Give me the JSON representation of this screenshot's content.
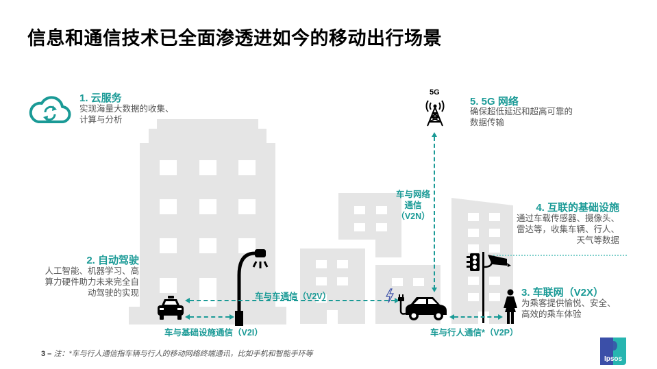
{
  "title": "信息和通信技术已全面渗透进如今的移动出行场景",
  "sections": {
    "cloud": {
      "heading": "1. 云服务",
      "desc_lines": [
        "实现海量大数据的收集、",
        "计算与分析"
      ],
      "icon": "cloud-sync-icon"
    },
    "autonomous": {
      "heading": "2. 自动驾驶",
      "desc_lines": [
        "人工智能、机器学习、高",
        "算力硬件助力未来完全自",
        "动驾驶的实现"
      ],
      "icon": "taxi-icon"
    },
    "v2x": {
      "heading": "3. 车联网（V2X）",
      "desc_lines": [
        "为乘客提供愉悦、安全、",
        "高效的乘车体验"
      ],
      "icon": "pedestrian-icon"
    },
    "infrastructure": {
      "heading": "4. 互联的基础设施",
      "desc_lines": [
        "通过车载传感器、摄像头、",
        "雷达等，收集车辆、行人、",
        "天气等数据"
      ],
      "icon": "traffic-light-camera-icon"
    },
    "network5g": {
      "heading": "5. 5G 网络",
      "desc_lines": [
        "确保超低延迟和超高可靠的",
        "数据传输"
      ],
      "icon": "5g-tower-icon",
      "icon_label": "5G"
    }
  },
  "connections": {
    "v2n": {
      "lines": [
        "车与网络",
        "通信",
        "（V2N）"
      ]
    },
    "v2v": {
      "label": "车与车通信（V2V）"
    },
    "v2i": {
      "label": "车与基础设施通信（V2I）"
    },
    "v2p": {
      "label": "车与行人通信*（V2P）"
    }
  },
  "footer": {
    "page_number": "3",
    "note": "注：*车与行人通信指车辆与行人的移动网络终端通讯，比如手机和智能手环等",
    "logo_text": "Ipsos"
  },
  "colors": {
    "accent": "#1a9a96",
    "building": "#e5e5e5",
    "text": "#555555",
    "logo_blue": "#3b4fa8",
    "logo_teal": "#27b5b0"
  }
}
